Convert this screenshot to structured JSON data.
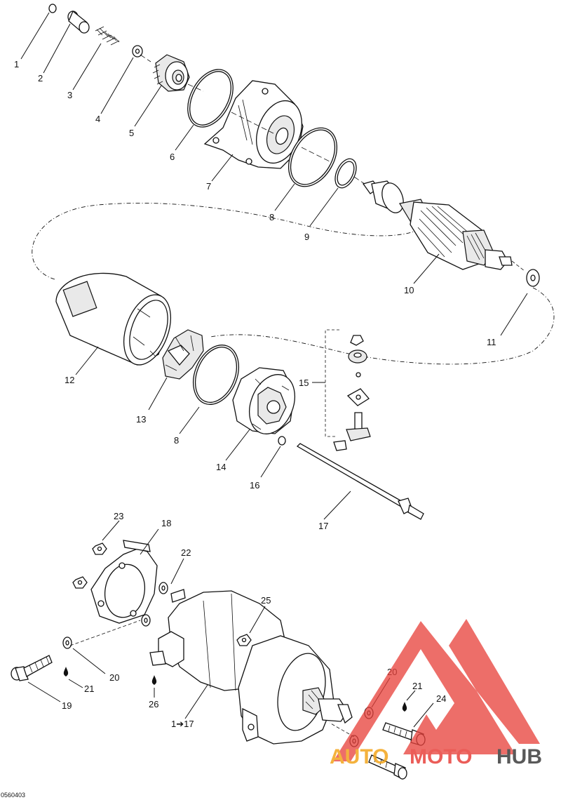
{
  "diagram": {
    "reference_code": "0560403",
    "callouts": [
      {
        "id": "c1",
        "label": "1"
      },
      {
        "id": "c2",
        "label": "2"
      },
      {
        "id": "c3",
        "label": "3"
      },
      {
        "id": "c4",
        "label": "4"
      },
      {
        "id": "c5",
        "label": "5"
      },
      {
        "id": "c6",
        "label": "6"
      },
      {
        "id": "c7",
        "label": "7"
      },
      {
        "id": "c8a",
        "label": "8"
      },
      {
        "id": "c9",
        "label": "9"
      },
      {
        "id": "c10",
        "label": "10"
      },
      {
        "id": "c11",
        "label": "11"
      },
      {
        "id": "c12",
        "label": "12"
      },
      {
        "id": "c13",
        "label": "13"
      },
      {
        "id": "c8b",
        "label": "8"
      },
      {
        "id": "c14",
        "label": "14"
      },
      {
        "id": "c15",
        "label": "15"
      },
      {
        "id": "c16",
        "label": "16"
      },
      {
        "id": "c17",
        "label": "17"
      },
      {
        "id": "c23",
        "label": "23"
      },
      {
        "id": "c18",
        "label": "18"
      },
      {
        "id": "c22",
        "label": "22"
      },
      {
        "id": "c25",
        "label": "25"
      },
      {
        "id": "c20a",
        "label": "20"
      },
      {
        "id": "c21a",
        "label": "21"
      },
      {
        "id": "c19",
        "label": "19"
      },
      {
        "id": "c26",
        "label": "26"
      },
      {
        "id": "c117",
        "label": "1➔17"
      },
      {
        "id": "c20b",
        "label": "20"
      },
      {
        "id": "c21b",
        "label": "21"
      },
      {
        "id": "c24",
        "label": "24"
      }
    ]
  },
  "watermark": {
    "part1": "AUTO",
    "part2": "MOTO",
    "part3": "HUB",
    "colors": {
      "red": "#e8413c",
      "orange": "#f3a51c",
      "gray": "#3d3d3d"
    }
  }
}
